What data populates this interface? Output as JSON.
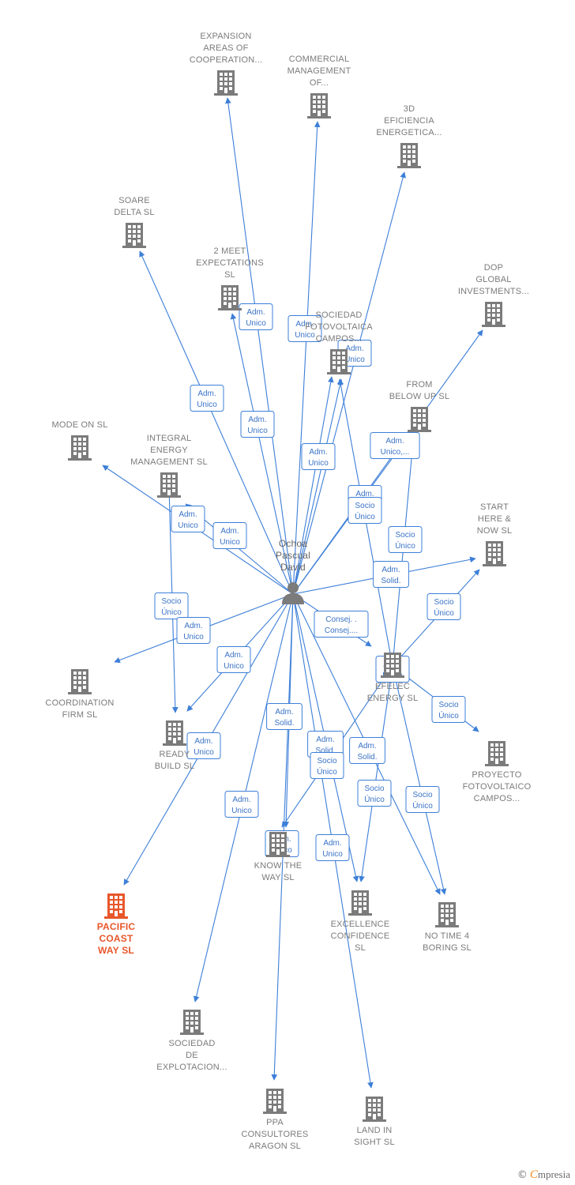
{
  "colors": {
    "edge": "#3d7fd8",
    "node": "#7b7b7b",
    "highlight": "#e8572b",
    "text": "#7b7b7b",
    "brand": "#f08a1c"
  },
  "center": {
    "label": [
      "Ochoa",
      "Pascual",
      "David"
    ],
    "icon": "person-icon"
  },
  "nodes": [
    {
      "id": "expansion",
      "label": [
        "EXPANSION",
        "AREAS OF",
        "COOPERATION..."
      ]
    },
    {
      "id": "commercial",
      "label": [
        "COMMERCIAL",
        "MANAGEMENT",
        "OF..."
      ]
    },
    {
      "id": "eficiencia",
      "label": [
        "3D",
        "EFICIENCIA",
        "ENERGETICA..."
      ]
    },
    {
      "id": "soare",
      "label": [
        "SOARE",
        "DELTA SL"
      ]
    },
    {
      "id": "meet",
      "label": [
        "2 MEET",
        "EXPECTATIONS",
        "SL"
      ]
    },
    {
      "id": "sociedad_foto",
      "label": [
        "SOCIEDAD",
        "FOTOVOLTAICA",
        "CAMPOS..."
      ]
    },
    {
      "id": "dop",
      "label": [
        "DOP",
        "GLOBAL",
        "INVESTMENTS..."
      ]
    },
    {
      "id": "frombelow",
      "label": [
        "FROM",
        "BELOW UP SL"
      ]
    },
    {
      "id": "modeon",
      "label": [
        "MODE ON SL"
      ]
    },
    {
      "id": "integral",
      "label": [
        "INTEGRAL",
        "ENERGY",
        "MANAGEMENT SL"
      ]
    },
    {
      "id": "starthere",
      "label": [
        "START",
        "HERE &",
        "NOW SL"
      ]
    },
    {
      "id": "coordination",
      "label": [
        "COORDINATION",
        "FIRM SL"
      ]
    },
    {
      "id": "efelec",
      "label": [
        "EFELEC",
        "ENERGY SL"
      ]
    },
    {
      "id": "readybuild",
      "label": [
        "READY",
        "BUILD SL"
      ]
    },
    {
      "id": "proyecto",
      "label": [
        "PROYECTO",
        "FOTOVOLTAICO",
        "CAMPOS..."
      ]
    },
    {
      "id": "pacific",
      "label": [
        "PACIFIC",
        "COAST",
        "WAY SL"
      ],
      "highlight": true
    },
    {
      "id": "knowtheway",
      "label": [
        "KNOW THE",
        "WAY SL"
      ]
    },
    {
      "id": "excellence",
      "label": [
        "EXCELLENCE",
        "CONFIDENCE",
        "SL"
      ]
    },
    {
      "id": "notime",
      "label": [
        "NO TIME 4",
        "BORING SL"
      ]
    },
    {
      "id": "sociedad_expl",
      "label": [
        "SOCIEDAD",
        "DE",
        "EXPLOTACION..."
      ]
    },
    {
      "id": "ppa",
      "label": [
        "PPA",
        "CONSULTORES",
        "ARAGON SL"
      ]
    },
    {
      "id": "landinsight",
      "label": [
        "LAND IN",
        "SIGHT SL"
      ]
    }
  ],
  "tags": [
    {
      "lines": [
        "Adm.",
        "Unico"
      ]
    },
    {
      "lines": [
        "Adm.",
        "Unico"
      ]
    },
    {
      "lines": [
        "Adm.",
        "Unico"
      ]
    },
    {
      "lines": [
        "Adm.",
        "Unico"
      ]
    },
    {
      "lines": [
        "Adm.",
        "Unico"
      ]
    },
    {
      "lines": [
        "Adm.",
        "Unico"
      ]
    },
    {
      "lines": [
        "Adm.",
        "Unico,..."
      ]
    },
    {
      "lines": [
        "Adm.",
        "Unico"
      ]
    },
    {
      "lines": [
        "Socio",
        "Único"
      ]
    },
    {
      "lines": [
        "Adm.",
        "Unico"
      ]
    },
    {
      "lines": [
        "Adm.",
        "Unico"
      ]
    },
    {
      "lines": [
        "Socio",
        "Único"
      ]
    },
    {
      "lines": [
        "Adm.",
        "Solid."
      ]
    },
    {
      "lines": [
        "Socio",
        "Único"
      ]
    },
    {
      "lines": [
        "Socio",
        "Único"
      ]
    },
    {
      "lines": [
        "Adm.",
        "Unico"
      ]
    },
    {
      "lines": [
        "Consej. .",
        "Consej...."
      ]
    },
    {
      "lines": [
        "Adm.",
        "Unico"
      ]
    },
    {
      "lines": [
        "Adm.",
        "Unico"
      ]
    },
    {
      "lines": [
        "Socio",
        "Único"
      ]
    },
    {
      "lines": [
        "Adm.",
        "Solid."
      ]
    },
    {
      "lines": [
        "Adm.",
        "Unico"
      ]
    },
    {
      "lines": [
        "Adm.",
        "Solid."
      ]
    },
    {
      "lines": [
        "Socio",
        "Único"
      ]
    },
    {
      "lines": [
        "Adm.",
        "Solid."
      ]
    },
    {
      "lines": [
        "Socio",
        "Único"
      ]
    },
    {
      "lines": [
        "Socio",
        "Único"
      ]
    },
    {
      "lines": [
        "Adm.",
        "Unico"
      ]
    },
    {
      "lines": [
        "Adm.",
        "Unico"
      ]
    },
    {
      "lines": [
        "Adm.",
        "Unico"
      ]
    },
    {
      "lines": [
        "Adm.",
        "Unico"
      ]
    }
  ],
  "footer": {
    "copyright": "©",
    "brand_initial": "C",
    "brand_rest": "mpresia"
  }
}
